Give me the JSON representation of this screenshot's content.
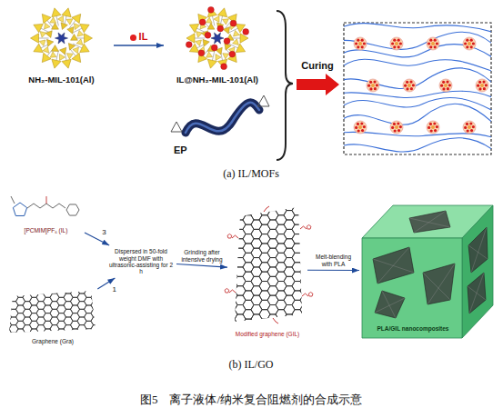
{
  "diagram": {
    "caption": "图5　离子液体/纳米复合阻燃剂的合成示意",
    "nodes": [
      {
        "text": [
          "NH₂-MIL-101(Al)"
        ]
      },
      {
        "text": [
          "IL@NH₂-MIL-101(Al)"
        ]
      },
      {
        "text": [
          "EP"
        ]
      },
      {
        "text": [
          "[PCMIM]PF₆ (IL)"
        ]
      },
      {
        "text": [
          "Graphene (Gra)"
        ]
      },
      {
        "text": [
          "Dispersed in 50-fold weight DMF with ultrasonic-assisting for 2 h"
        ]
      },
      {
        "text": [
          "Modified graphene (GIL)"
        ]
      },
      {
        "text": [
          "PLA/GIL nanocomposites"
        ]
      }
    ],
    "edges": [
      {
        "from": 0,
        "to": 1,
        "arrow": "to",
        "label": "IL"
      },
      {
        "from": 3,
        "to": 5,
        "arrow": "to",
        "label": "3"
      },
      {
        "from": 4,
        "to": 5,
        "arrow": "to",
        "label": "1"
      },
      {
        "from": 5,
        "to": 6,
        "arrow": "to",
        "label": "Grinding after intensive drying"
      },
      {
        "from": 6,
        "to": 7,
        "arrow": "to",
        "label": "Melt-blending with PLA"
      }
    ],
    "labels": [
      "Curing",
      "(a) IL/MOFs",
      "(b) IL/GO"
    ]
  }
}
